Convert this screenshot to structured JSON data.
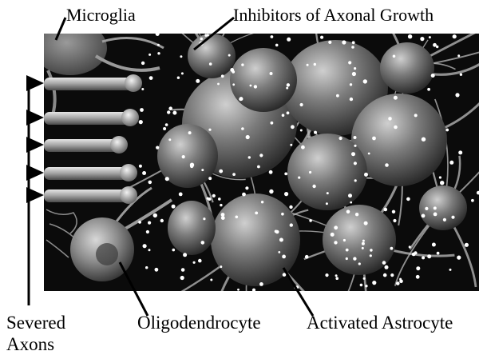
{
  "labels": {
    "microglia": "Microglia",
    "inhibitors": "Inhibitors of Axonal Growth",
    "severed_line1": "Severed",
    "severed_line2": "Axons",
    "oligodendrocyte": "Oligodendrocyte",
    "activated_astrocyte": "Activated Astrocyte"
  },
  "colors": {
    "background": "#ffffff",
    "scene_background": "#0b0b0b",
    "cell_body": "#5e5e5e",
    "process": "#bdbdbd",
    "inhibitor_dot": "#ffffff",
    "pointer_line": "#000000"
  },
  "icons": {
    "axon_arrowhead": "triangle-right-icon"
  }
}
